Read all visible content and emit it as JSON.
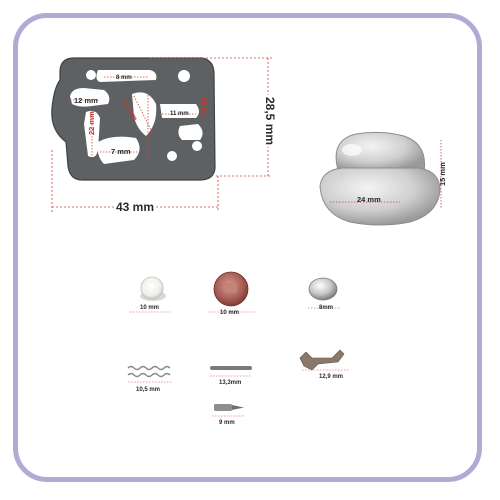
{
  "colors": {
    "frame": "#b3a9d3",
    "gasket": "#5e6163",
    "dimension_line": "#d0403a",
    "label_text": "#2a2a2a"
  },
  "gasket": {
    "width_label": "43 mm",
    "height_label": "28,5 mm",
    "hole_labels": {
      "top": "8 mm",
      "left": "12 mm",
      "left_vertical": "22 mm",
      "center_diagonal": "10 mm",
      "center_vertical": "18 mm",
      "center_small": "11 mm",
      "bottom": "7 mm"
    }
  },
  "primer_bulb": {
    "width_label": "24 mm",
    "height_label": "15 mm"
  },
  "parts": [
    {
      "name": "white-disc",
      "label": "10 mm"
    },
    {
      "name": "red-diaphragm",
      "label": "10 mm"
    },
    {
      "name": "metal-cap",
      "label": "8mm"
    },
    {
      "name": "spring",
      "label": "10,5 mm"
    },
    {
      "name": "pin",
      "label": "13,3mm"
    },
    {
      "name": "lever",
      "label": "12,9 mm"
    },
    {
      "name": "needle-valve",
      "label": "9 mm"
    }
  ]
}
